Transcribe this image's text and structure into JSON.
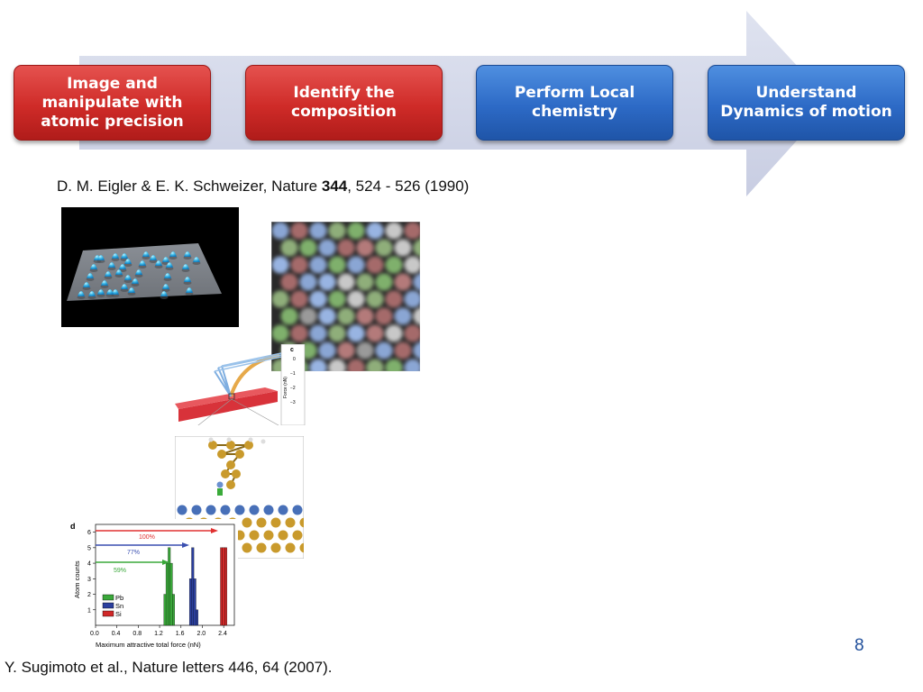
{
  "slide": {
    "steps": [
      {
        "label": "Image and manipulate with atomic precision",
        "color": "#cf2b28"
      },
      {
        "label": "Identify the composition",
        "color": "#cf2b28"
      },
      {
        "label": "Perform Local chemistry",
        "color": "#2d6ac6"
      },
      {
        "label": "Understand Dynamics of motion",
        "color": "#2d6ac6"
      }
    ],
    "citation_top": {
      "authors": "D. M. Eigler & E. K. Schweizer, Nature ",
      "volume": "344",
      "pages": ", 524 - 526 (1990)"
    },
    "citation_bottom": "Y. Sugimoto et al., Nature letters 446, 64 (2007).",
    "page_number": "8",
    "panel_c": {
      "label": "c",
      "ylabel": "Force (nN)",
      "ticks": [
        "0",
        "−1",
        "−2",
        "−3"
      ]
    },
    "panel_d": {
      "label": "d",
      "ylabel": "Atom counts",
      "xlabel": "Maximum attractive total force (nN)",
      "x_ticks": [
        "0.0",
        "0.4",
        "0.8",
        "1.2",
        "1.6",
        "2.0",
        "2.4"
      ],
      "y_ticks": [
        "1",
        "2",
        "3",
        "4",
        "5",
        "6"
      ],
      "arrows": [
        {
          "label": "100%",
          "color": "#e03030"
        },
        {
          "label": "77%",
          "color": "#3a4fb0"
        },
        {
          "label": "59%",
          "color": "#3aa83a"
        }
      ],
      "legend": [
        {
          "label": "Pb",
          "color": "#3aa83a"
        },
        {
          "label": "Sn",
          "color": "#2b3f9e"
        },
        {
          "label": "Si",
          "color": "#d02828"
        }
      ]
    }
  },
  "chart_data": {
    "type": "bar",
    "xlabel": "Maximum attractive total force (nN)",
    "ylabel": "Atom counts",
    "xlim": [
      0.0,
      2.6
    ],
    "ylim": [
      0,
      6.5
    ],
    "series": [
      {
        "name": "Pb",
        "x": [
          1.3,
          1.34,
          1.38,
          1.42,
          1.46
        ],
        "values": [
          2,
          4,
          5,
          4,
          2
        ]
      },
      {
        "name": "Sn",
        "x": [
          1.78,
          1.82,
          1.86,
          1.9
        ],
        "values": [
          3,
          5,
          3,
          1
        ]
      },
      {
        "name": "Si",
        "x": [
          2.36,
          2.4,
          2.44
        ],
        "values": [
          5,
          5,
          5
        ]
      }
    ]
  }
}
